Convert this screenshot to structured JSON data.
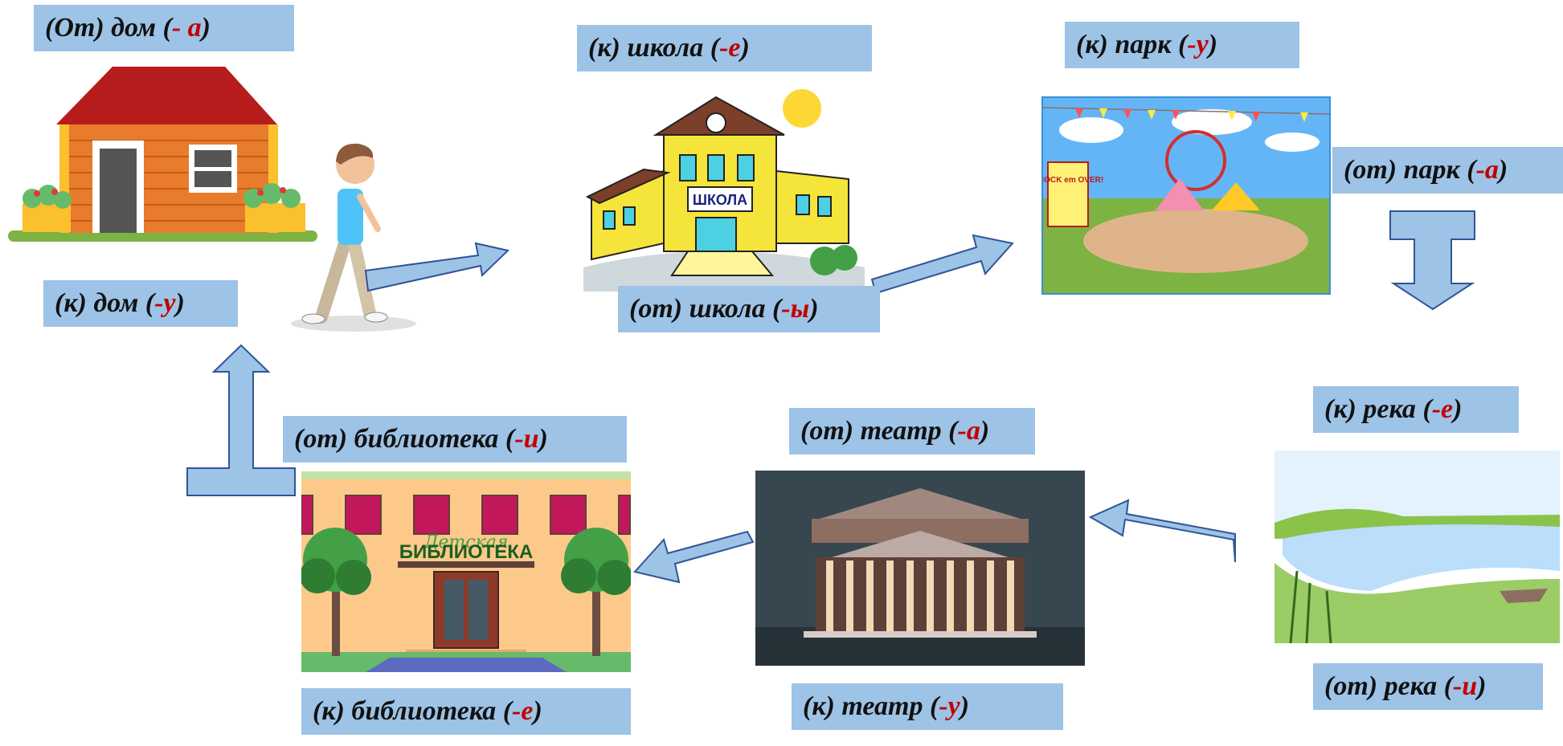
{
  "labels": {
    "dom_ot": {
      "pre": "(От) дом  (",
      "end": "- а",
      "post": ")"
    },
    "dom_k": {
      "pre": "(к) дом (",
      "end": "-у",
      "post": ")"
    },
    "shkola_k": {
      "pre": "(к) школа (",
      "end": "-е",
      "post": ")"
    },
    "shkola_ot": {
      "pre": "(от) школа (",
      "end": "-ы",
      "post": ")"
    },
    "park_k": {
      "pre": "(к) парк (",
      "end": "-у",
      "post": ")"
    },
    "park_ot": {
      "pre": "(от) парк (",
      "end": "-а",
      "post": ")"
    },
    "reka_k": {
      "pre": "(к) река (",
      "end": "-е",
      "post": ")"
    },
    "reka_ot": {
      "pre": "(от) река (",
      "end": "-и",
      "post": ")"
    },
    "teatr_ot": {
      "pre": "(от) театр (",
      "end": "-а",
      "post": ")"
    },
    "teatr_k": {
      "pre": "(к) театр (",
      "end": "-у",
      "post": ")"
    },
    "biblioteka_ot": {
      "pre": "(от) библиотека (",
      "end": "-и",
      "post": ")"
    },
    "biblioteka_k": {
      "pre": "(к) библиотека (",
      "end": "-е",
      "post": ")"
    }
  },
  "image_text": {
    "school_sign": "ШКОЛА",
    "library_sign": "БИБЛИОТЕКА",
    "library_script": "Детская",
    "park_sign": "KNOCK em OVER!"
  },
  "colors": {
    "label_bg": "#9dc3e6",
    "ending_red": "#c00000",
    "arrow_fill": "#9dc3e6",
    "arrow_stroke": "#2f5597"
  }
}
